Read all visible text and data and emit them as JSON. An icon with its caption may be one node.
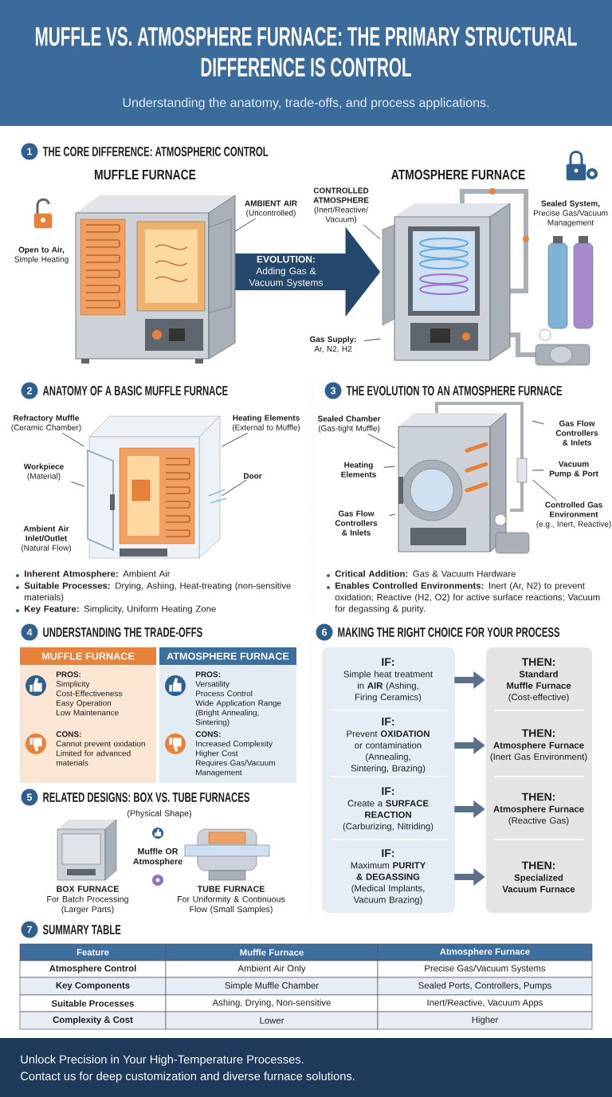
{
  "diagram": {
    "title": "MUFFLE VS. ATMOSPHERE FURNACE: THE PRIMARY STRUCTURAL DIFFERENCE IS CONTROL",
    "nodes": [
      {
        "text": [],
        "shape": "picture",
        "beside": [
          "MUFFLE FURNACE"
        ]
      },
      {
        "text": [],
        "shape": "picture",
        "beside": [
          "ATMOSPHERE FURNACE"
        ]
      },
      {
        "text": [
          "AMBIENT AIR",
          "(Uncontrolled)"
        ]
      },
      {
        "text": [
          "CONTROLLED ATMOSPHERE",
          "(Inert/Reactive/ Vacuum)"
        ]
      },
      {
        "text": [
          "Gas Supply:",
          "Ar, N2, H2"
        ]
      },
      {
        "text": [
          "Refractory Muffle",
          "(Ceramic Chamber)"
        ]
      },
      {
        "text": [
          "Heating Elements",
          "(External to Muffle)"
        ]
      },
      {
        "text": [
          "Workpiece",
          "(Material)"
        ]
      },
      {
        "text": [
          "Door"
        ]
      },
      {
        "text": [
          "Sealed Chamber",
          "(Gas-tight Muffle)"
        ]
      },
      {
        "text": [
          "Gas Flow Controllers & Inlets"
        ]
      },
      {
        "text": [
          "Heating Elements"
        ]
      },
      {
        "text": [
          "Vacuum Pump & Port"
        ]
      },
      {
        "text": [
          "Controlled Gas Environment",
          "(e.g., Inert, Reactive)"
        ]
      },
      {
        "text": [
          "Gas Flow Controllers & Inlets"
        ]
      },
      {
        "text": [
          "MUFFLE FURNACE",
          "PROS:",
          "Simplicity",
          "Cost-Effectiveness",
          "Easy Operation",
          "Low Maintenance",
          "CONS:",
          "Cannot prevent oxidation",
          "Limited for advanced materials"
        ]
      },
      {
        "text": [
          "ATMOSPHERE FURNACE",
          "PROS:",
          "Versatility",
          "Process Control",
          "Wide Application Range (Bright Annealing, Sintering)",
          "CONS:",
          "Increased Complexity",
          "Higher Cost",
          "Requires Gas/Vacuum Management"
        ]
      },
      {
        "text": [
          "IF:",
          "Simple heat treatment in **AIR** (Ashing, Firing Ceramics)"
        ]
      },
      {
        "text": [
          "THEN:",
          "Standard Muffle Furnace",
          "(Cost-effective)"
        ]
      },
      {
        "text": [
          "IF:",
          "Prevent **OXIDATION** or contamination (Annealing, Sintering, Brazing)"
        ]
      },
      {
        "text": [
          "THEN:",
          "Atmosphere Furnace",
          "(Inert Gas Environment)"
        ]
      },
      {
        "text": [
          "IF:",
          "Create a **SURFACE REACTION** (Carburizing, Nitriding)"
        ]
      },
      {
        "text": [
          "THEN:",
          "Atmosphere Furnace",
          "(Reactive Gas)"
        ]
      },
      {
        "text": [
          "IF:",
          "Maximum **PURITY & DEGASSING** (Medical Implants, Vacuum Brazing)"
        ]
      },
      {
        "text": [
          "THEN:",
          "Specialized Vacuum Furnace"
        ]
      },
      {
        "text": [],
        "shape": "picture"
      },
      {
        "text": [],
        "shape": "picture"
      }
    ],
    "edges": [
      {
        "from": 0,
        "to": 1,
        "arrow": "to",
        "label": "**EVOLUTION:** Adding Gas & Vacuum Systems",
        "style": "thick",
        "color": "#24476b"
      },
      {
        "from": 2,
        "to": 0,
        "arrow": "none"
      },
      {
        "from": 3,
        "to": 1,
        "arrow": "none"
      },
      {
        "from": 4,
        "to": 1,
        "arrow": "none"
      },
      {
        "from": 5,
        "to": 25,
        "arrow": "none"
      },
      {
        "from": 6,
        "to": 25,
        "arrow": "none"
      },
      {
        "from": 7,
        "to": 25,
        "arrow": "none"
      },
      {
        "from": 8,
        "to": 25,
        "arrow": "none"
      },
      {
        "from": 9,
        "to": 26,
        "arrow": "none"
      },
      {
        "from": 10,
        "to": 26,
        "arrow": "none"
      },
      {
        "from": 11,
        "to": 26,
        "arrow": "none"
      },
      {
        "from": 12,
        "to": 26,
        "arrow": "none"
      },
      {
        "from": 13,
        "to": 26,
        "arrow": "none"
      },
      {
        "from": 14,
        "to": 26,
        "arrow": "none"
      },
      {
        "from": 17,
        "to": 18,
        "arrow": "to",
        "style": "thick",
        "color": "#5b7088"
      },
      {
        "from": 19,
        "to": 20,
        "arrow": "to",
        "style": "thick",
        "color": "#5b7088"
      },
      {
        "from": 21,
        "to": 22,
        "arrow": "to",
        "style": "thick",
        "color": "#5b7088"
      },
      {
        "from": 23,
        "to": 24,
        "arrow": "to",
        "style": "thick",
        "color": "#5b7088"
      }
    ],
    "labels": [
      "Understanding the anatomy, trade-offs, and process applications.",
      "1",
      "THE CORE DIFFERENCE: ATMOSPHERIC CONTROL",
      "**Open to Air,** Simple Heating",
      "**Sealed System,** Precise Gas/Vacuum Management",
      "2",
      "ANATOMY OF A BASIC MUFFLE FURNACE",
      "3",
      "THE EVOLUTION TO AN ATMOSPHERE FURNACE",
      "**Ambient Air Inlet/Outlet** (Natural Flow)",
      "**Inherent Atmosphere:** Ambient Air",
      "**Suitable Processes:** Drying, Ashing, Heat-treating (non-sensitive materials)",
      "**Key Feature:** Simplicity, Uniform Heating Zone",
      "**Critical Addition:** Gas & Vacuum Hardware",
      "**Enables Controlled Environments:** Inert (Ar, N2) to prevent oxidation; Reactive (H2, O2) for active surface reactions; Vacuum for degassing & purity.",
      "4",
      "UNDERSTANDING THE TRADE-OFFS",
      "6",
      "MAKING THE RIGHT CHOICE FOR YOUR PROCESS",
      "5",
      "RELATED DESIGNS: BOX VS. TUBE FURNACES",
      "(Physical Shape)",
      "Muffle OR Atmosphere",
      "BOX FURNACE",
      "For Batch Processing (Larger Parts)",
      "TUBE FURNACE",
      "For Uniformity & Continuous Flow (Small Samples)",
      "7",
      "SUMMARY TABLE",
      "Feature",
      "Muffle Furnace",
      "Atmosphere Furnace",
      "Atmosphere Control",
      "Ambient Air Only",
      "Precise Gas/Vacuum Systems",
      "Key Components",
      "Simple Muffle Chamber",
      "Sealed Ports, Controllers, Pumps",
      "Suitable Processes",
      "Ashing, Drying, Non-sensitive",
      "Inert/Reactive, Vacuum Apps",
      "Complexity & Cost",
      "Lower",
      "Higher",
      "Unlock Precision in Your High-Temperature Processes.",
      "Contact us for deep customization and diverse furnace solutions."
    ]
  }
}
